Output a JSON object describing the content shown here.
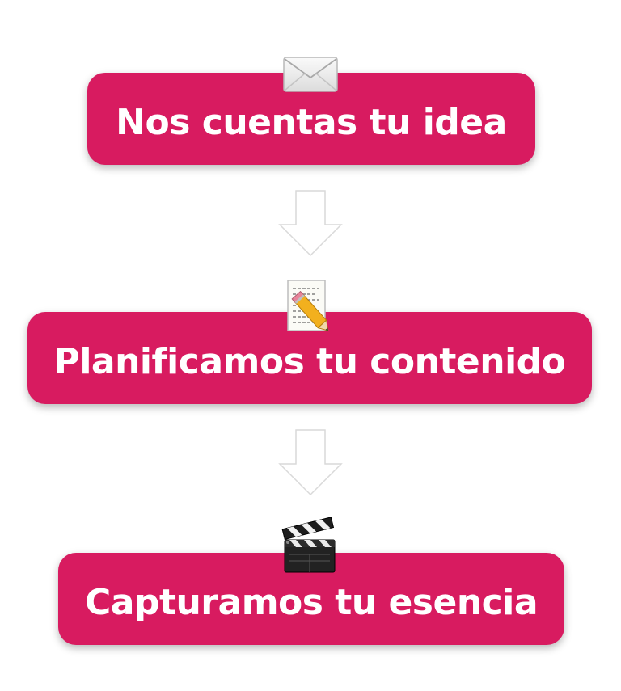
{
  "steps": [
    {
      "label": "Nos cuentas tu idea",
      "icon": "envelope-icon"
    },
    {
      "label": "Planificamos tu contenido",
      "icon": "memo-pencil-icon"
    },
    {
      "label": "Capturamos tu esencia",
      "icon": "clapper-board-icon"
    }
  ],
  "colors": {
    "step_background": "#d81b60",
    "step_text": "#ffffff",
    "arrow_outline": "#d9d9d9"
  }
}
